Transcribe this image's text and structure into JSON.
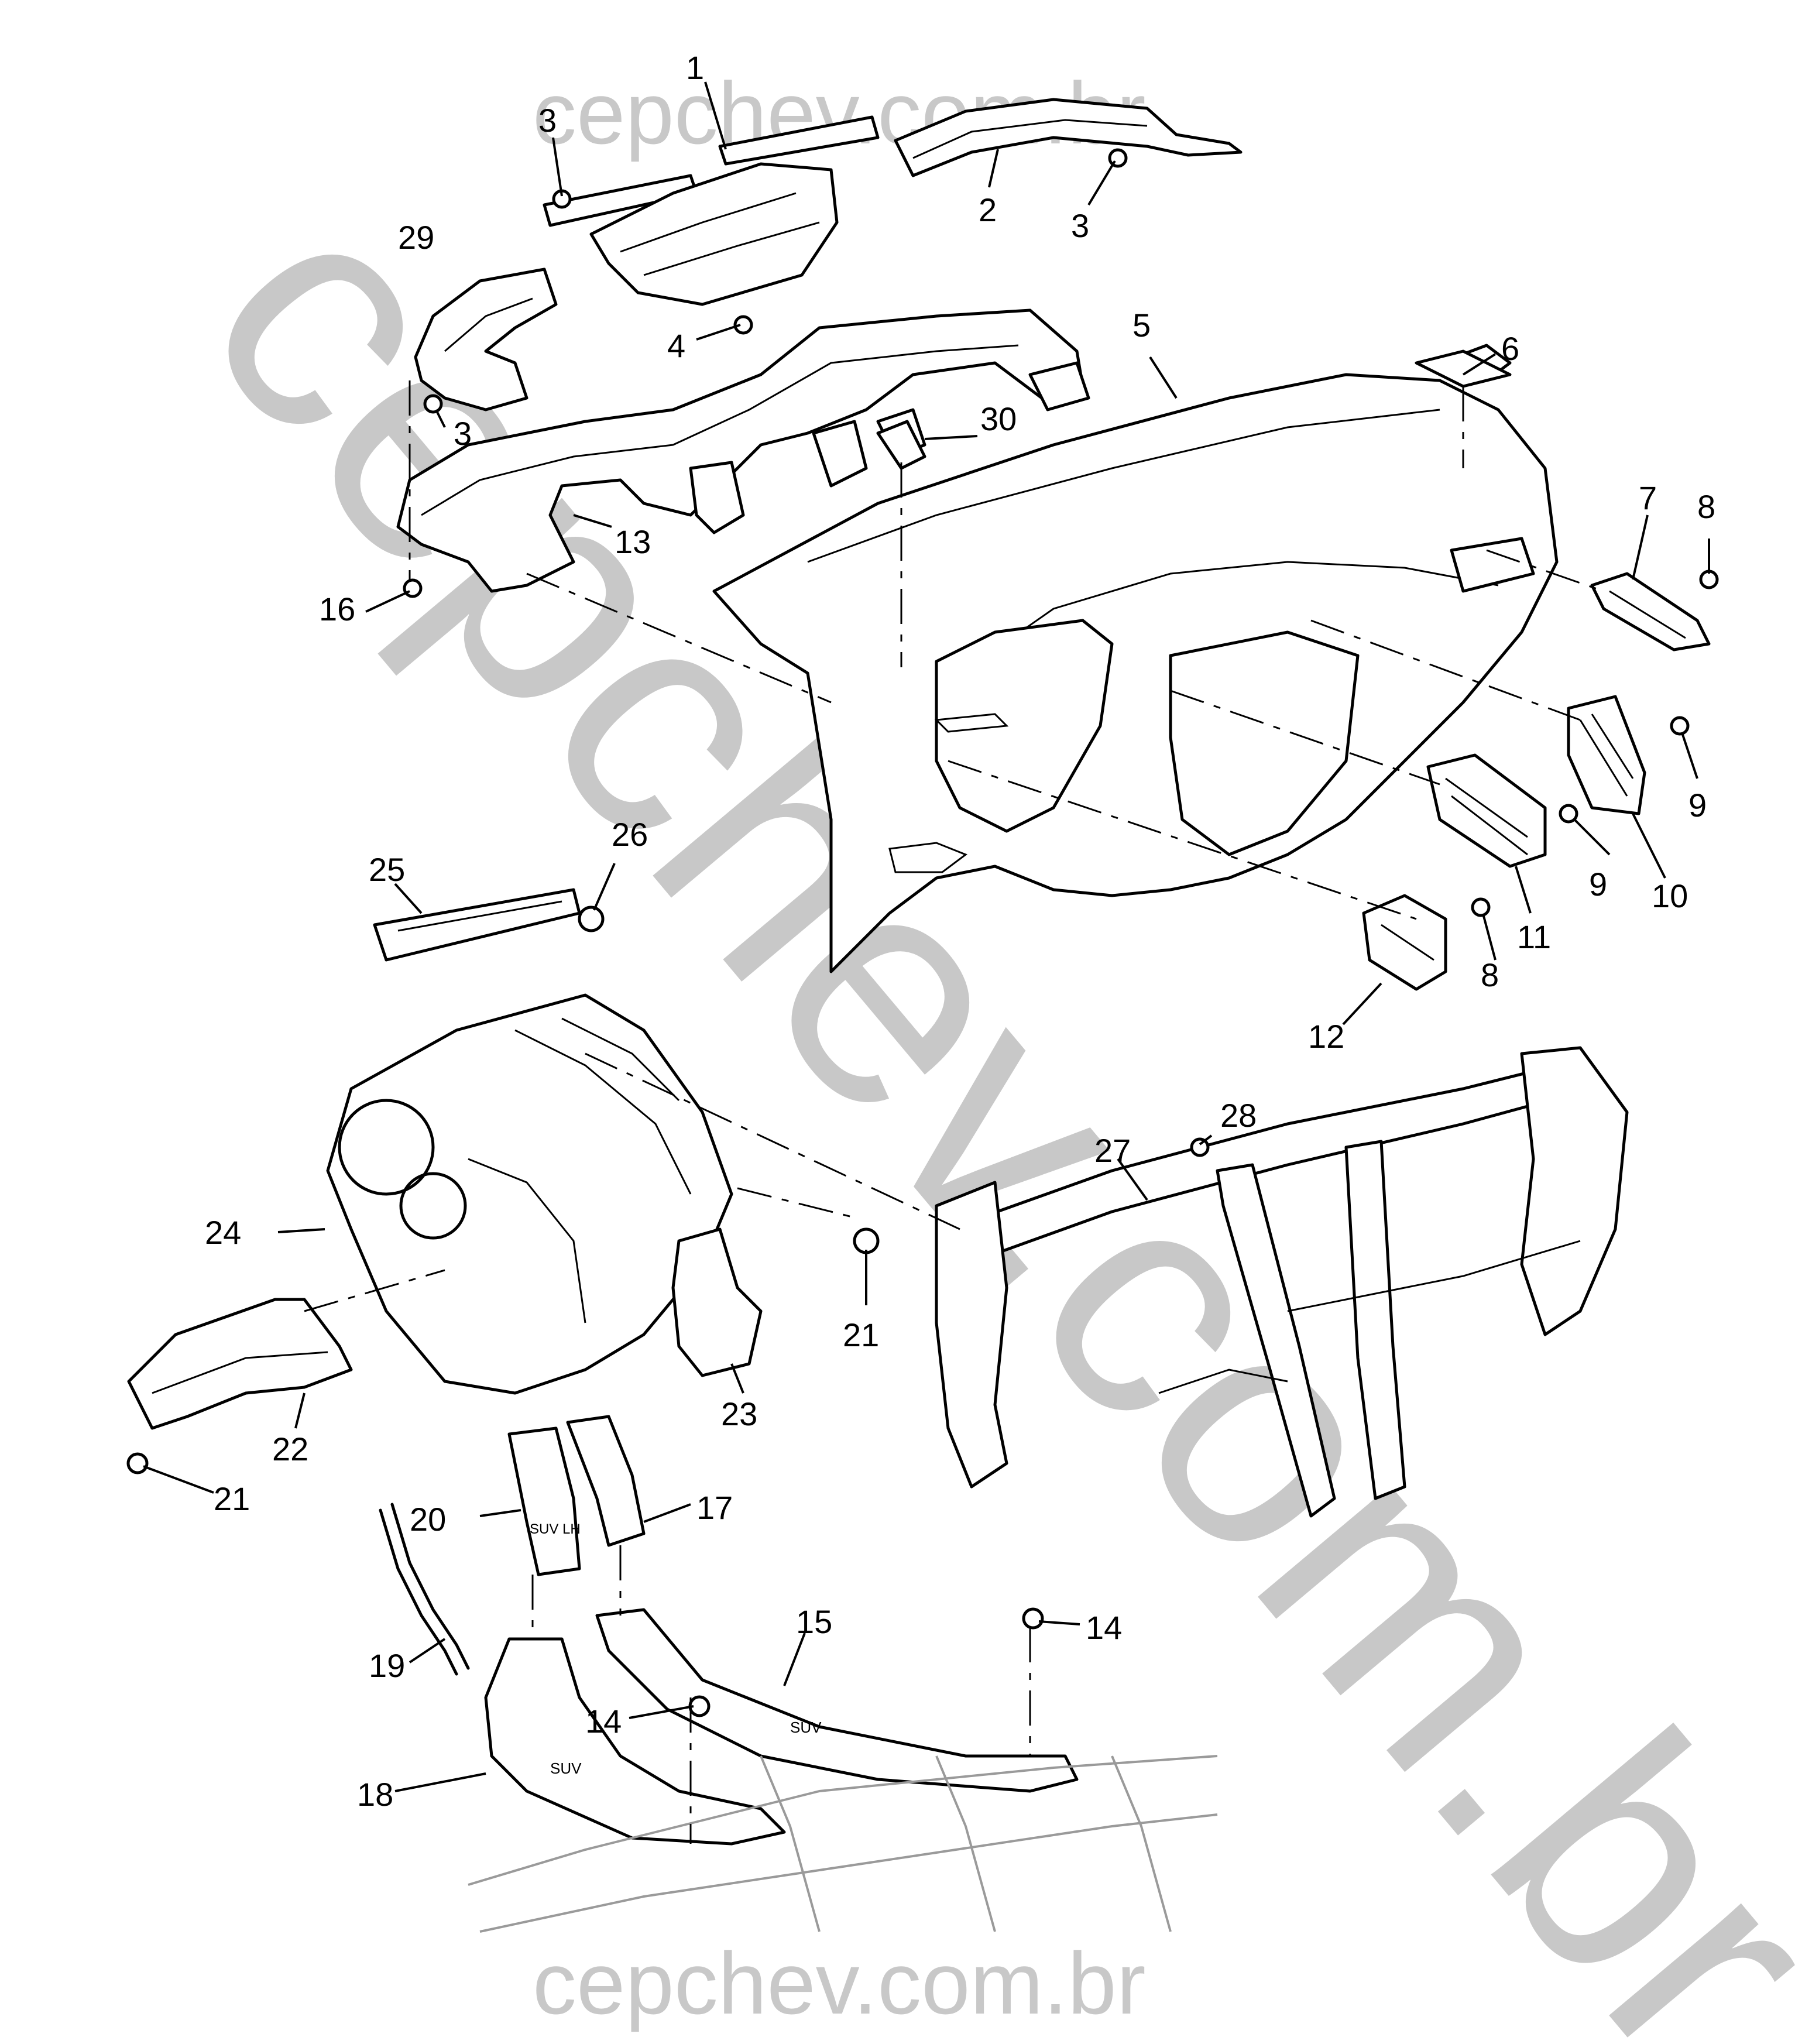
{
  "watermark": {
    "top": "cepchev.com.br",
    "diagonal": "cepchev.com.br",
    "bottom": "cepchev.com.br"
  },
  "callouts": [
    {
      "id": "c1",
      "text": "1"
    },
    {
      "id": "c2",
      "text": "2"
    },
    {
      "id": "c3a",
      "text": "3"
    },
    {
      "id": "c3b",
      "text": "3"
    },
    {
      "id": "c3c",
      "text": "3"
    },
    {
      "id": "c4",
      "text": "4"
    },
    {
      "id": "c5",
      "text": "5"
    },
    {
      "id": "c6",
      "text": "6"
    },
    {
      "id": "c7",
      "text": "7"
    },
    {
      "id": "c8a",
      "text": "8"
    },
    {
      "id": "c8b",
      "text": "8"
    },
    {
      "id": "c9a",
      "text": "9"
    },
    {
      "id": "c9b",
      "text": "9"
    },
    {
      "id": "c10",
      "text": "10"
    },
    {
      "id": "c11",
      "text": "11"
    },
    {
      "id": "c12",
      "text": "12"
    },
    {
      "id": "c13",
      "text": "13"
    },
    {
      "id": "c14a",
      "text": "14"
    },
    {
      "id": "c14b",
      "text": "14"
    },
    {
      "id": "c15",
      "text": "15"
    },
    {
      "id": "c16",
      "text": "16"
    },
    {
      "id": "c17",
      "text": "17"
    },
    {
      "id": "c18",
      "text": "18"
    },
    {
      "id": "c19",
      "text": "19"
    },
    {
      "id": "c20",
      "text": "20"
    },
    {
      "id": "c21a",
      "text": "21"
    },
    {
      "id": "c21b",
      "text": "21"
    },
    {
      "id": "c22",
      "text": "22"
    },
    {
      "id": "c23",
      "text": "23"
    },
    {
      "id": "c24",
      "text": "24"
    },
    {
      "id": "c25",
      "text": "25"
    },
    {
      "id": "c26",
      "text": "26"
    },
    {
      "id": "c27",
      "text": "27"
    },
    {
      "id": "c28",
      "text": "28"
    },
    {
      "id": "c29",
      "text": "29"
    },
    {
      "id": "c30",
      "text": "30"
    }
  ],
  "part_markings": {
    "duct_20": "SUV LH",
    "duct_15": "SUV",
    "duct_18": "SUV"
  }
}
